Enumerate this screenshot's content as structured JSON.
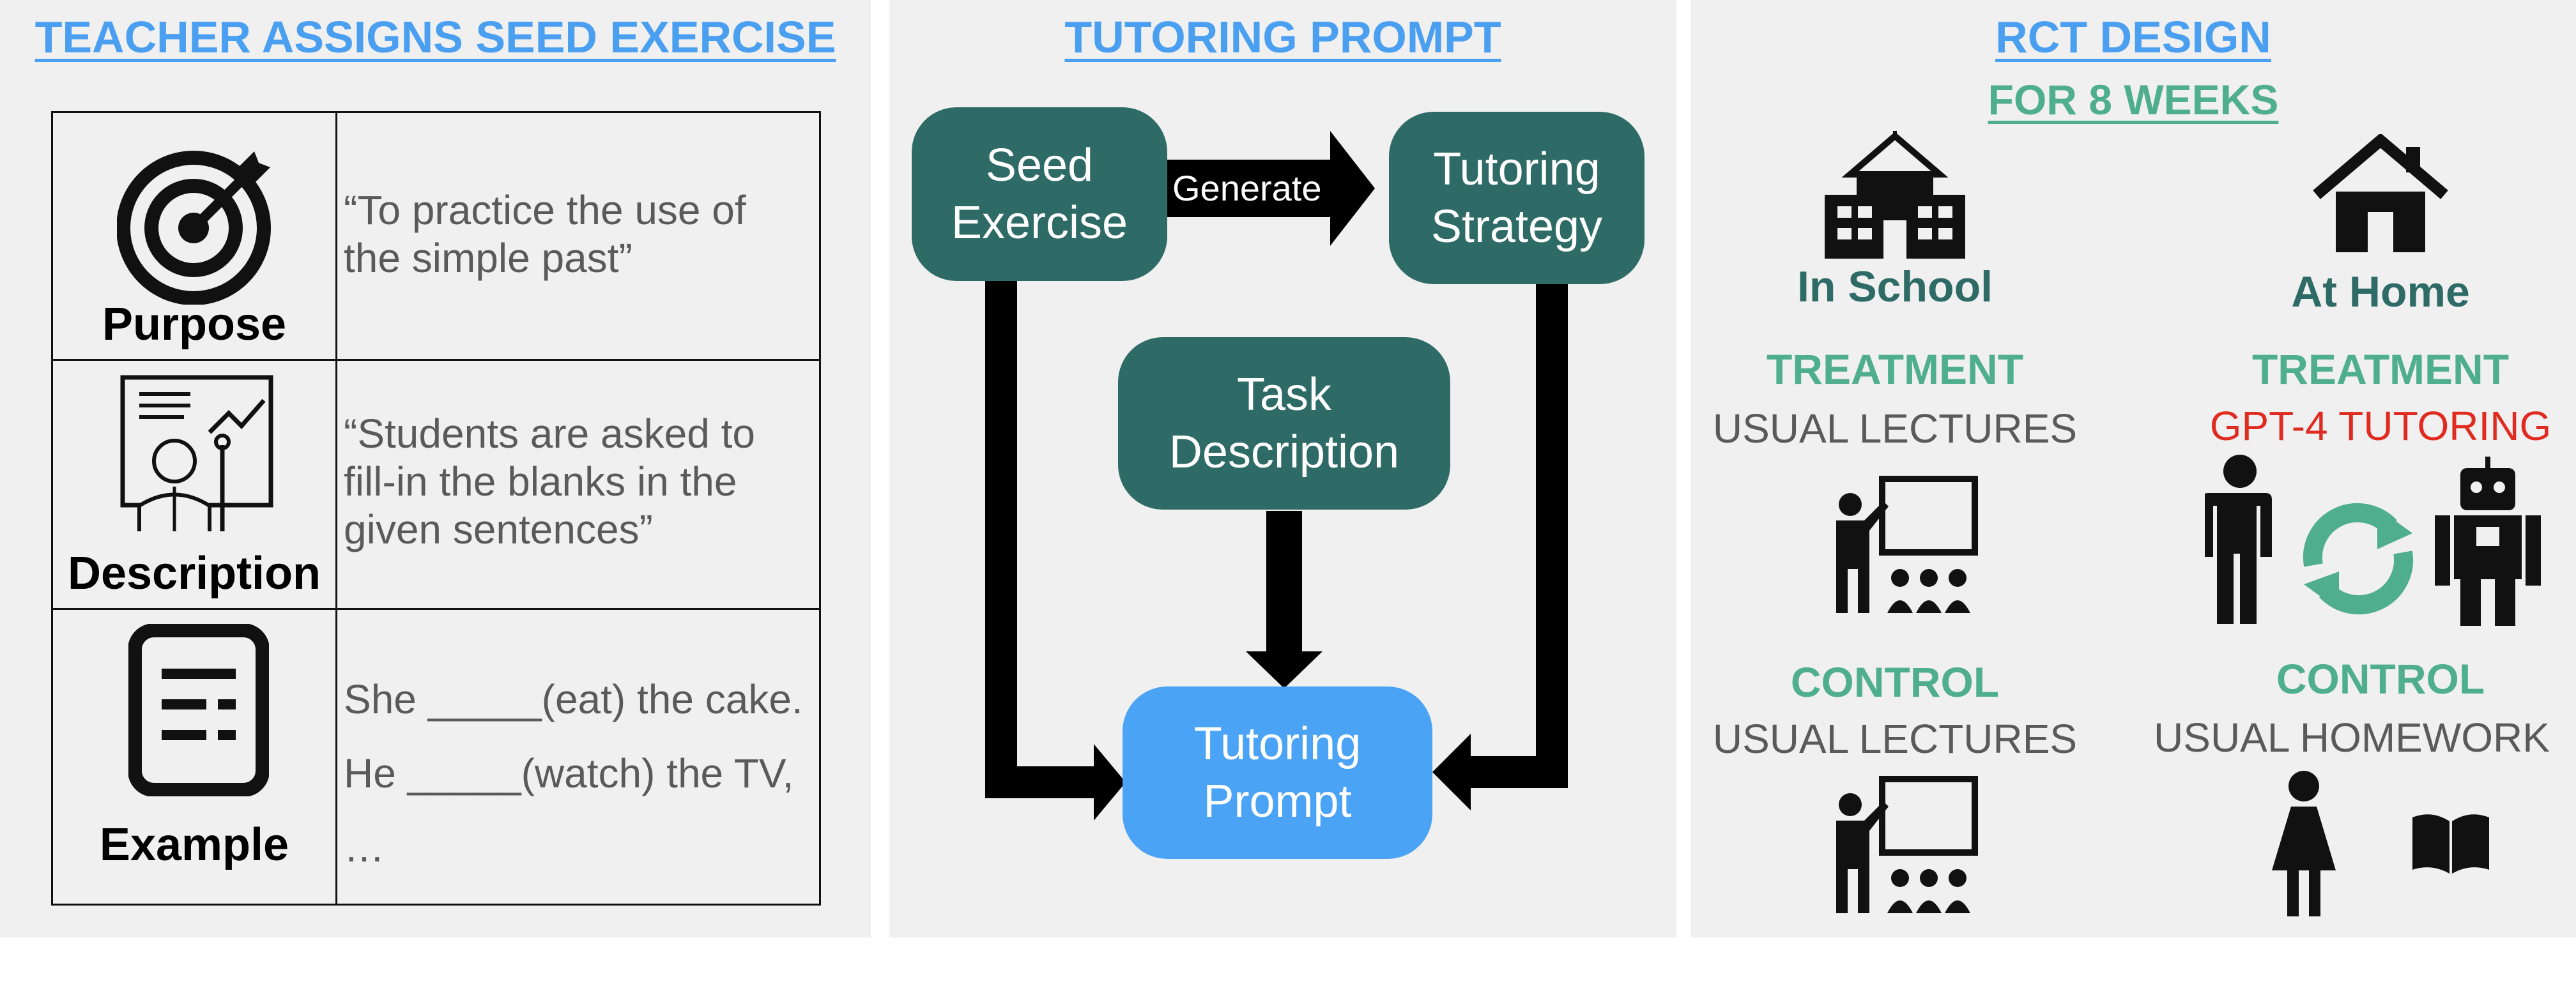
{
  "panel1": {
    "title": "TEACHER ASSIGNS SEED EXERCISE",
    "rows": [
      {
        "label": "Purpose",
        "icon": "target-icon",
        "lines": [
          "“To practice the use of",
          "the simple past”"
        ]
      },
      {
        "label": "Description",
        "icon": "teacher-board-icon",
        "lines": [
          "“Students are asked to",
          "fill-in the blanks in the",
          "given sentences”"
        ]
      },
      {
        "label": "Example",
        "icon": "document-icon",
        "lines": [
          "She _____(eat) the cake.",
          "He _____(watch) the TV,",
          "…"
        ]
      }
    ]
  },
  "panel2": {
    "title": "TUTORING PROMPT",
    "boxes": {
      "seed": "Seed\nExercise",
      "strategy": "Tutoring\nStrategy",
      "task": "Task\nDescription",
      "prompt": "Tutoring\nPrompt"
    },
    "arrow_label": "Generate",
    "colors": {
      "dark_box": "#2e6b66",
      "prompt_box": "#4aa3f5"
    }
  },
  "panel3": {
    "title": "RCT DESIGN",
    "subtitle": "FOR 8 WEEKS",
    "left": {
      "heading": "In School",
      "icon": "school-icon",
      "treatment_label": "TREATMENT",
      "treatment_text": "USUAL LECTURES",
      "control_label": "CONTROL",
      "control_text": "USUAL LECTURES"
    },
    "right": {
      "heading": "At Home",
      "icon": "house-icon",
      "treatment_label": "TREATMENT",
      "treatment_text": "GPT-4 TUTORING",
      "control_label": "CONTROL",
      "control_text": "USUAL HOMEWORK"
    },
    "colors": {
      "label_green": "#4fae8e",
      "heading_teal": "#2e6b66",
      "highlight_red": "#e02b20"
    }
  }
}
